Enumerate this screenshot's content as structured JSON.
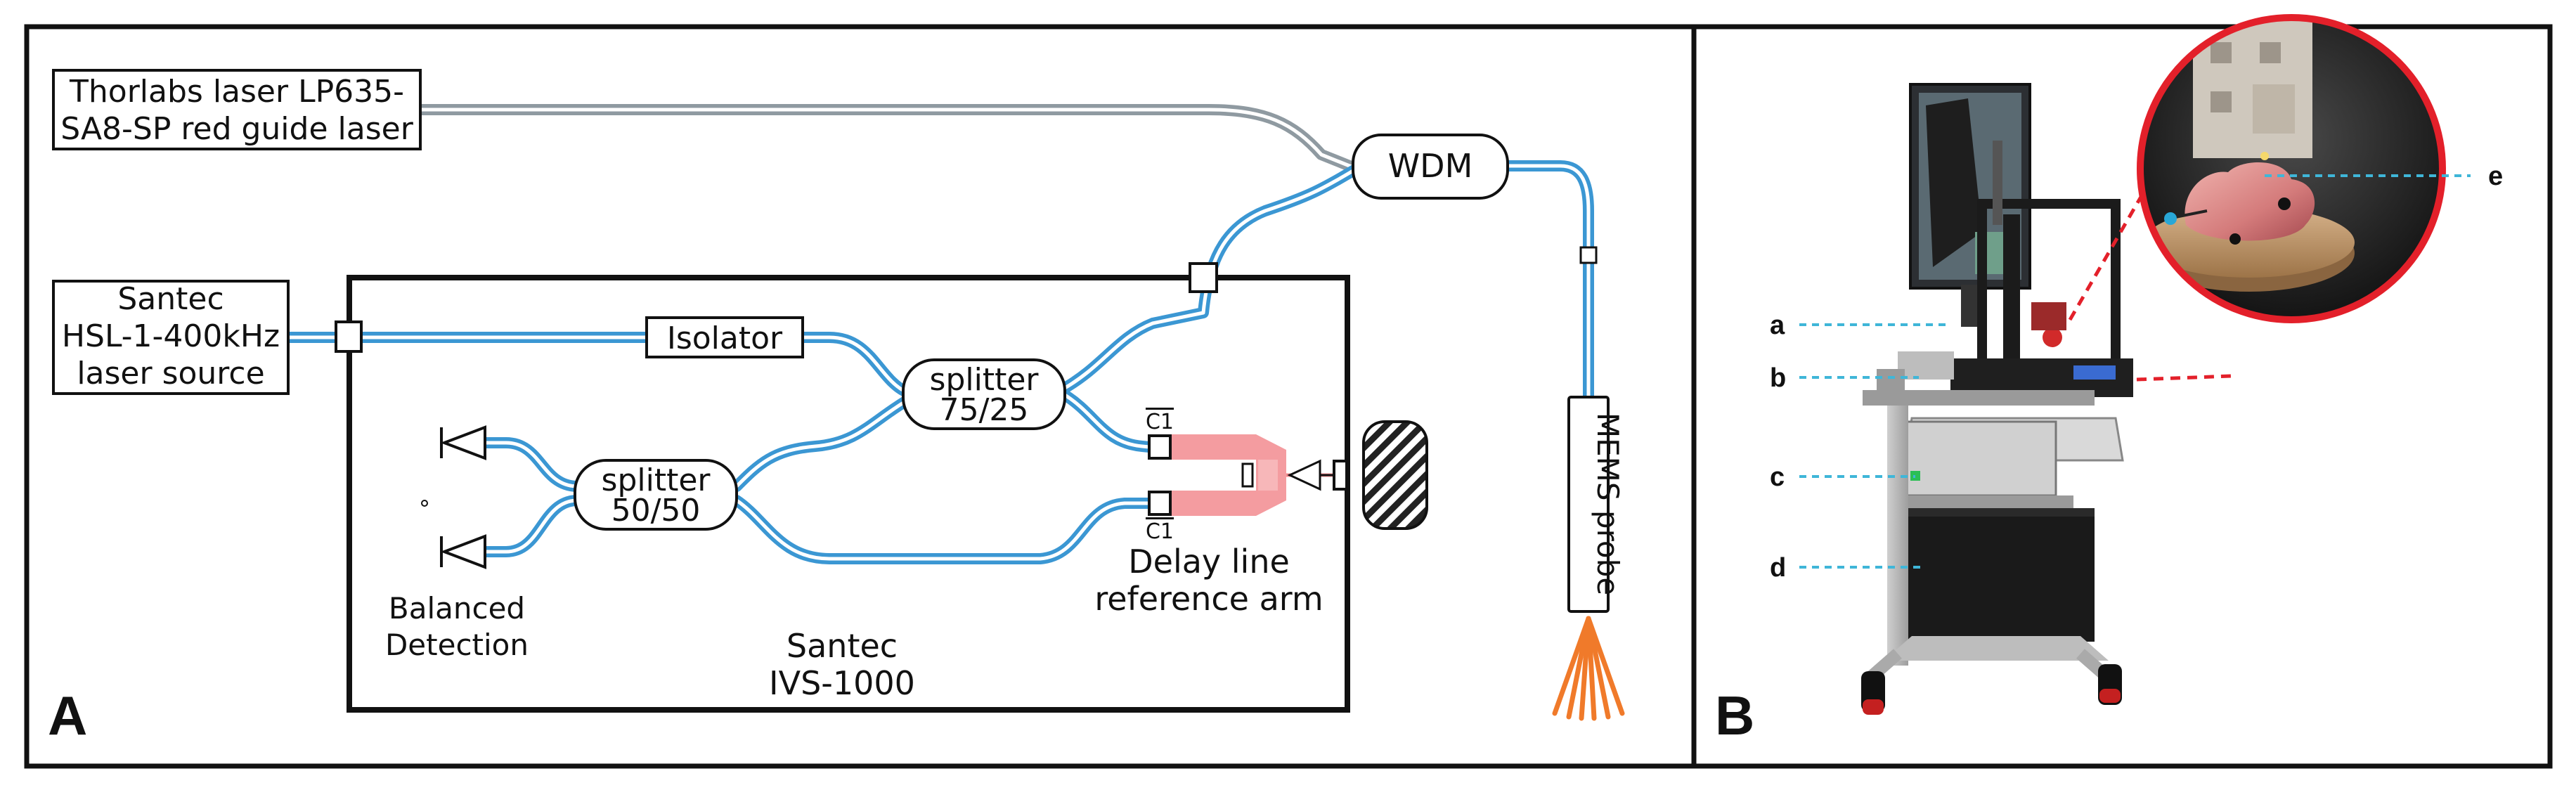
{
  "panel_a": {
    "letter": "A",
    "guide_laser": {
      "line1": "Thorlabs laser LP635-",
      "line2": "SA8-SP red guide laser"
    },
    "source": {
      "line1": "Santec",
      "line2": "HSL-1-400kHz",
      "line3": "laser source"
    },
    "wdm": "WDM",
    "isolator": "Isolator",
    "splitter_main": {
      "line1": "splitter",
      "line2": "75/25"
    },
    "splitter_detect": {
      "line1": "splitter",
      "line2": "50/50"
    },
    "detection": {
      "line1": "Balanced",
      "line2": "Detection"
    },
    "system": {
      "line1": "Santec",
      "line2": "IVS-1000"
    },
    "collimator_top": "C1",
    "collimator_bottom": "C1",
    "delay_line": {
      "line1": "Delay line",
      "line2": "reference arm"
    },
    "probe": "MEMS probe"
  },
  "panel_b": {
    "letter": "B",
    "labels": [
      "a",
      "b",
      "c",
      "d",
      "e"
    ]
  },
  "colors": {
    "fiber": "#3b97d3",
    "fiber_core": "#ffffff",
    "guide_fiber": "#8f9aa1",
    "beam": "#f28b8f",
    "probe_light": "#f07a2a",
    "inset_ring": "#e3202a",
    "tag_line": "#3fb6d8"
  }
}
